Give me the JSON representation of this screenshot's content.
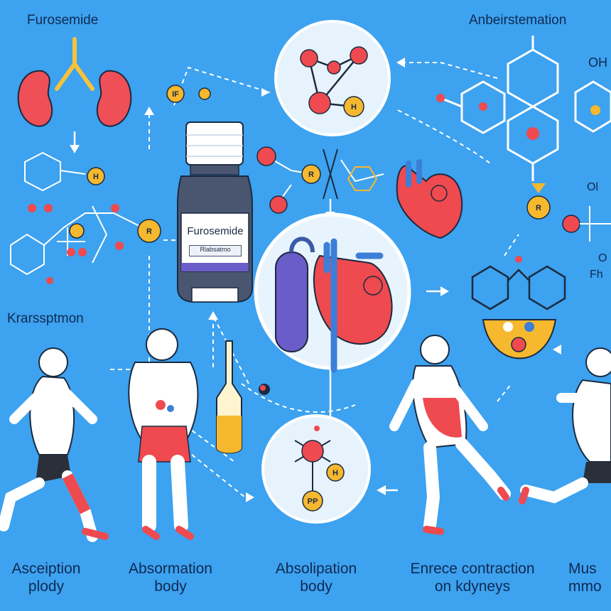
{
  "labels": {
    "top_left": "Furosemide",
    "top_right": "Anbeirstemation",
    "side_left": "Krarssptmon",
    "right_edge_1": "OH",
    "right_edge_2": "Ol",
    "right_edge_3": "O",
    "right_edge_4": "Fh"
  },
  "bottle": {
    "title": "Furosemide",
    "subtitle": "Rlabsatmo"
  },
  "atoms": {
    "h": "H",
    "r": "R",
    "ir": "IF",
    "pp": "PP"
  },
  "captions": [
    {
      "line1": "Asceiption",
      "line2": "plody"
    },
    {
      "line1": "Absormation",
      "line2": "body"
    },
    {
      "line1": "Absolipation",
      "line2": "body"
    },
    {
      "line1": "Enrece contraction",
      "line2": "on kdyneys"
    },
    {
      "line1": "Mus",
      "line2": "mmo"
    }
  ],
  "colors": {
    "background": "#3da2ef",
    "accent_red": "#ee4a4f",
    "accent_yellow": "#f5b82e",
    "accent_purple": "#6a5cc9",
    "text_dark": "#0f2a52"
  }
}
